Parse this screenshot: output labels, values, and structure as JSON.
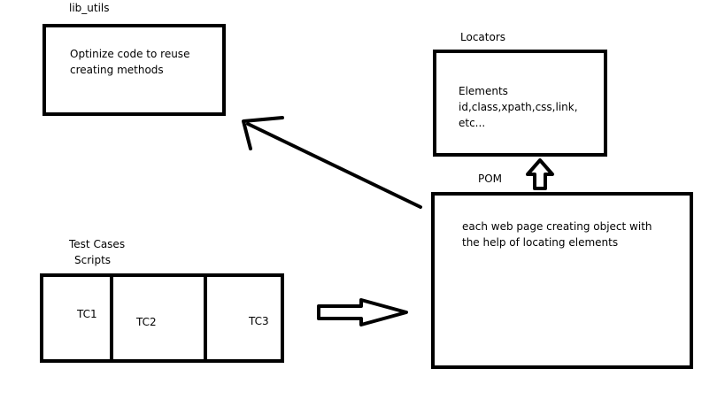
{
  "lib_utils": {
    "title": "lib_utils",
    "line1": "Optinize code to reuse",
    "line2": "creating methods"
  },
  "locators": {
    "title": "Locators",
    "line1": "Elements",
    "line2": "id,class,xpath,css,link,",
    "line3": "etc..."
  },
  "pom": {
    "title": "POM",
    "line1": "each web page creating object with",
    "line2": "the help of locating elements"
  },
  "test_cases": {
    "title_line1": "Test Cases",
    "title_line2": "Scripts",
    "tc1": "TC1",
    "tc2": "TC2",
    "tc3": "TC3"
  }
}
